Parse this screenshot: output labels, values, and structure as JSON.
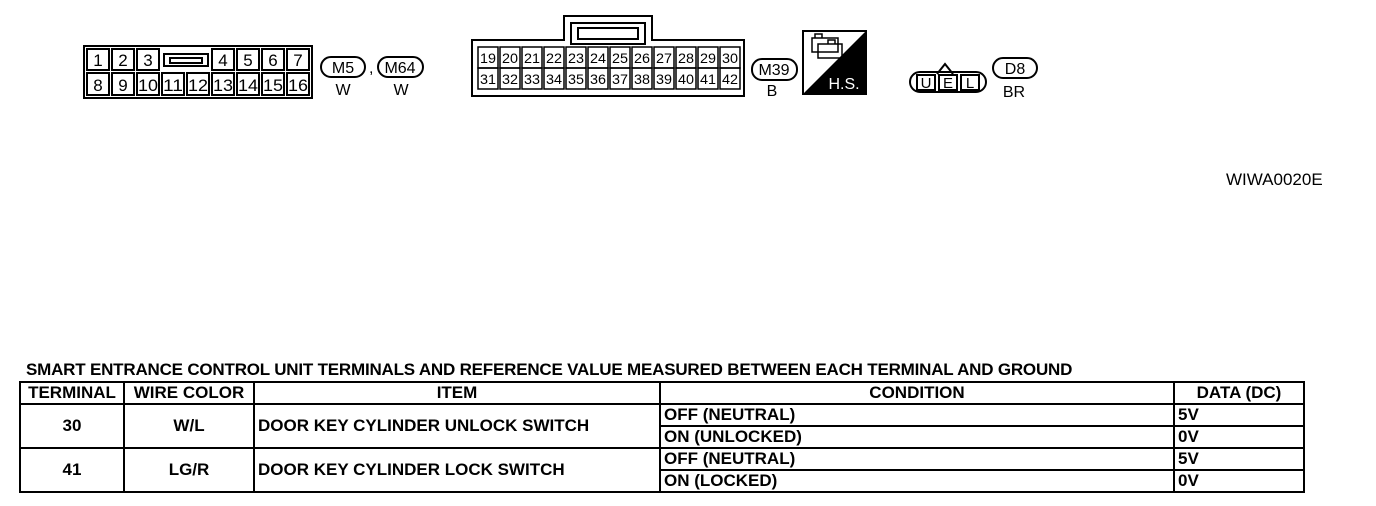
{
  "connectors": {
    "smart_unit_left": {
      "row1": [
        "1",
        "2",
        "3",
        "4",
        "5",
        "6",
        "7"
      ],
      "row2": [
        "8",
        "9",
        "10",
        "11",
        "12",
        "13",
        "14",
        "15",
        "16"
      ],
      "tags": [
        {
          "id": "M5",
          "color": "W"
        },
        {
          "id": "M64",
          "color": "W"
        }
      ],
      "separator": ","
    },
    "smart_unit_right": {
      "row1": [
        "19",
        "20",
        "21",
        "22",
        "23",
        "24",
        "25",
        "26",
        "27",
        "28",
        "29",
        "30"
      ],
      "row2": [
        "31",
        "32",
        "33",
        "34",
        "35",
        "36",
        "37",
        "38",
        "39",
        "40",
        "41",
        "42"
      ],
      "tag": {
        "id": "M39",
        "color": "B"
      }
    },
    "harness_symbol": {
      "label": "H.S."
    },
    "key_switch": {
      "pins": [
        "U",
        "E",
        "L"
      ],
      "tag": {
        "id": "D8",
        "color": "BR"
      }
    }
  },
  "reference_code": "WIWA0020E",
  "table": {
    "title": "SMART ENTRANCE CONTROL UNIT TERMINALS AND REFERENCE VALUE MEASURED BETWEEN EACH TERMINAL AND GROUND",
    "headers": [
      "TERMINAL",
      "WIRE COLOR",
      "ITEM",
      "CONDITION",
      "DATA (DC)"
    ],
    "rows": [
      {
        "terminal": "30",
        "wire_color": "W/L",
        "item": "DOOR KEY CYLINDER UNLOCK SWITCH",
        "conditions": [
          {
            "condition": "OFF (NEUTRAL)",
            "data": "5V"
          },
          {
            "condition": "ON (UNLOCKED)",
            "data": "0V"
          }
        ]
      },
      {
        "terminal": "41",
        "wire_color": "LG/R",
        "item": "DOOR KEY CYLINDER LOCK SWITCH",
        "conditions": [
          {
            "condition": "OFF (NEUTRAL)",
            "data": "5V"
          },
          {
            "condition": "ON (LOCKED)",
            "data": "0V"
          }
        ]
      }
    ]
  }
}
